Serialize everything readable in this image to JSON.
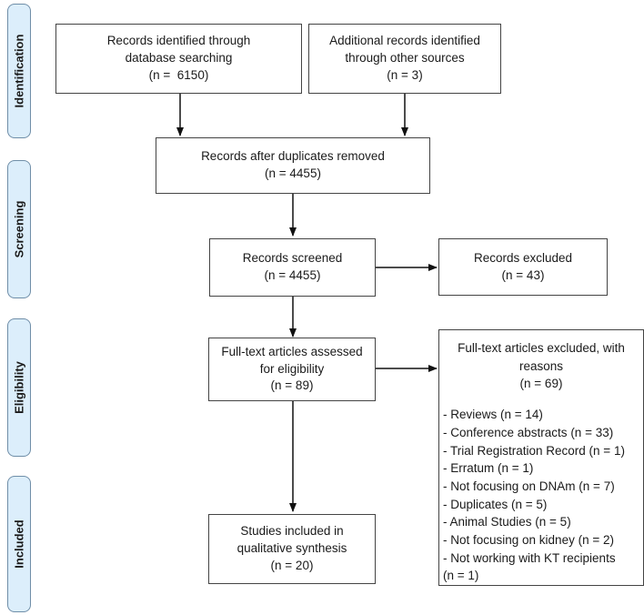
{
  "phases": {
    "identification": "Identification",
    "screening": "Screening",
    "eligibility": "Eligibility",
    "included": "Included"
  },
  "boxes": {
    "database": [
      "Records identified through",
      "database searching",
      "(n =  6150)"
    ],
    "other_sources": [
      "Additional records identified",
      "through other sources",
      "(n = 3)"
    ],
    "after_duplicates": [
      "Records after duplicates removed",
      "(n = 4455)"
    ],
    "screened": [
      "Records screened",
      "(n = 4455)"
    ],
    "excluded": [
      "Records excluded",
      "(n = 43)"
    ],
    "fulltext_assessed": [
      "Full-text articles assessed",
      "for eligibility",
      "(n = 89)"
    ],
    "included": [
      "Studies included in",
      "qualitative synthesis",
      "(n = 20)"
    ]
  },
  "fulltext_excluded": {
    "heading": [
      "Full-text articles excluded, with",
      "reasons",
      "(n = 69)"
    ],
    "reasons": [
      "- Reviews (n = 14)",
      "- Conference abstracts (n = 33)",
      "- Trial Registration Record (n = 1)",
      "- Erratum (n = 1)",
      "- Not focusing on DNAm (n = 7)",
      "- Duplicates (n = 5)",
      "- Animal Studies (n = 5)",
      "- Not focusing on kidney (n = 2)",
      "- Not working with KT recipients",
      "(n = 1)"
    ]
  }
}
